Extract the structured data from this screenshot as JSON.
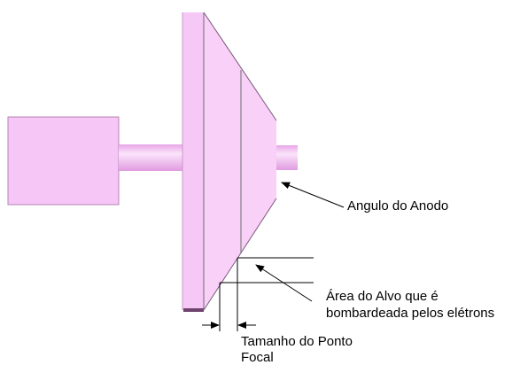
{
  "labels": {
    "anode_angle": "Angulo do Anodo",
    "target_area_line1": "Área do Alvo que é",
    "target_area_line2": "bombardeada pelos elétrons",
    "focal_spot_line1": "Tamanho do Ponto",
    "focal_spot_line2": "Focal"
  }
}
